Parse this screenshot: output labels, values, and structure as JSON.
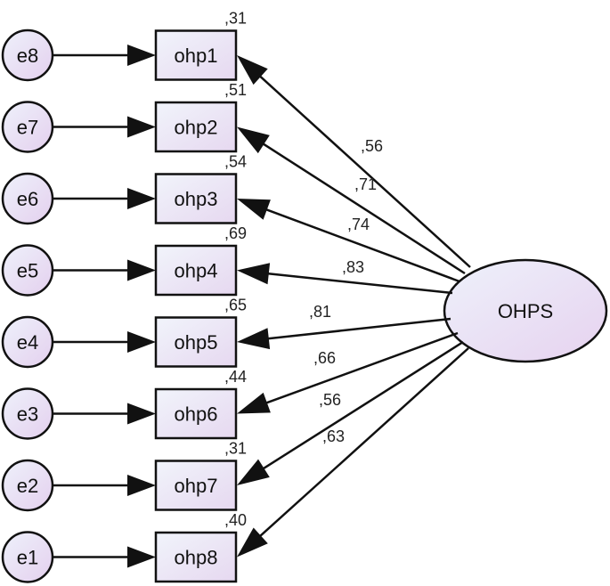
{
  "factor": {
    "label": "OHPS"
  },
  "items": [
    {
      "indicator": "ohp1",
      "error": "e8",
      "r2": ",31",
      "loading": ",56"
    },
    {
      "indicator": "ohp2",
      "error": "e7",
      "r2": ",51",
      "loading": ",71"
    },
    {
      "indicator": "ohp3",
      "error": "e6",
      "r2": ",54",
      "loading": ",74"
    },
    {
      "indicator": "ohp4",
      "error": "e5",
      "r2": ",69",
      "loading": ",83"
    },
    {
      "indicator": "ohp5",
      "error": "e4",
      "r2": ",65",
      "loading": ",81"
    },
    {
      "indicator": "ohp6",
      "error": "e3",
      "r2": ",44",
      "loading": ",66"
    },
    {
      "indicator": "ohp7",
      "error": "e2",
      "r2": ",31",
      "loading": ",56"
    },
    {
      "indicator": "ohp8",
      "error": "e1",
      "r2": ",40",
      "loading": ",63"
    }
  ],
  "colors": {
    "stroke": "#111111",
    "fill_light": "#eef0f8",
    "fill_tint": "#e8dcf2"
  }
}
